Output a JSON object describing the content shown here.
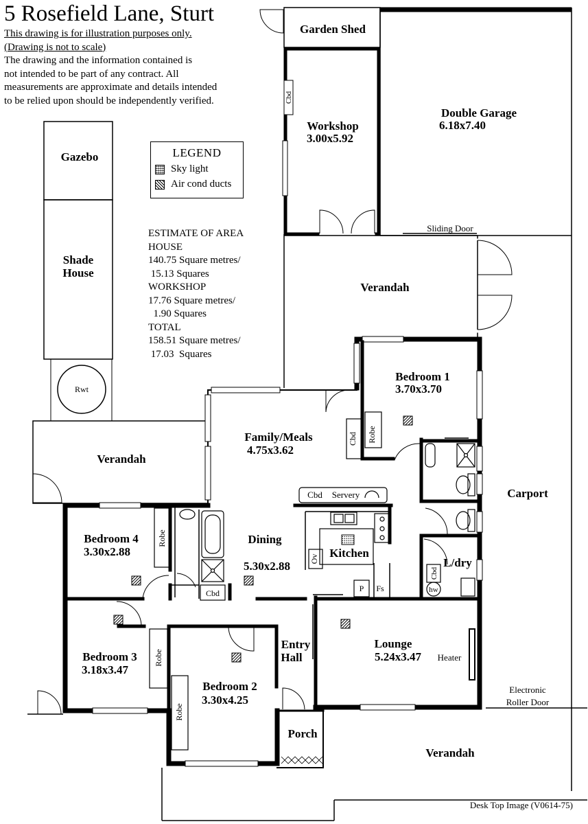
{
  "header": {
    "title": "5 Rosefield Lane,  Sturt",
    "disclaimer_1": "This drawing is for illustration purposes only.",
    "disclaimer_2": "(Drawing is not to scale)",
    "note_lines": [
      "The drawing and the information contained is",
      "not intended to be part of any contract.  All",
      "measurements are approximate and details intended",
      "to be relied upon should be independently verified."
    ]
  },
  "legend": {
    "title": "LEGEND",
    "items": [
      "Sky light",
      "Air cond ducts"
    ]
  },
  "area_estimate": {
    "heading": "ESTIMATE OF AREA",
    "house_label": "HOUSE",
    "house_sqm": "140.75 Square metres/",
    "house_sq": " 15.13 Squares",
    "workshop_label": "WORKSHOP",
    "workshop_sqm": "17.76 Square metres/",
    "workshop_sq": "  1.90 Squares",
    "total_label": "TOTAL",
    "total_sqm": "158.51 Square metres/",
    "total_sq": " 17.03  Squares"
  },
  "rooms": {
    "garden_shed": "Garden Shed",
    "workshop": "Workshop",
    "workshop_dim": "3.00x5.92",
    "double_garage": "Double Garage",
    "garage_dim": "6.18x7.40",
    "gazebo": "Gazebo",
    "shade_house_1": "Shade",
    "shade_house_2": "House",
    "rwt": "Rwt",
    "verandah": "Verandah",
    "bedroom1": "Bedroom 1",
    "bedroom1_dim": "3.70x3.70",
    "family_meals": "Family/Meals",
    "family_dim": "4.75x3.62",
    "carport": "Carport",
    "bedroom4": "Bedroom 4",
    "bedroom4_dim": "3.30x2.88",
    "dining": "Dining",
    "dining_dim": "5.30x2.88",
    "kitchen": "Kitchen",
    "laundry": "L/dry",
    "bedroom3": "Bedroom 3",
    "bedroom3_dim": "3.18x3.47",
    "bedroom2": "Bedroom 2",
    "bedroom2_dim": "3.30x4.25",
    "entry_1": "Entry",
    "entry_2": "Hall",
    "lounge": "Lounge",
    "lounge_dim": "5.24x3.47",
    "porch": "Porch"
  },
  "fixtures": {
    "cbd": "Cbd",
    "robe": "Robe",
    "servery": "Servery",
    "ov": "Ov",
    "p": "P",
    "fs": "Fs",
    "hw": "hw",
    "heater": "Heater",
    "sliding_door": "Sliding Door",
    "roller_1": "Electronic",
    "roller_2": "Roller Door"
  },
  "footer": "Desk Top Image  (V0614-75)"
}
